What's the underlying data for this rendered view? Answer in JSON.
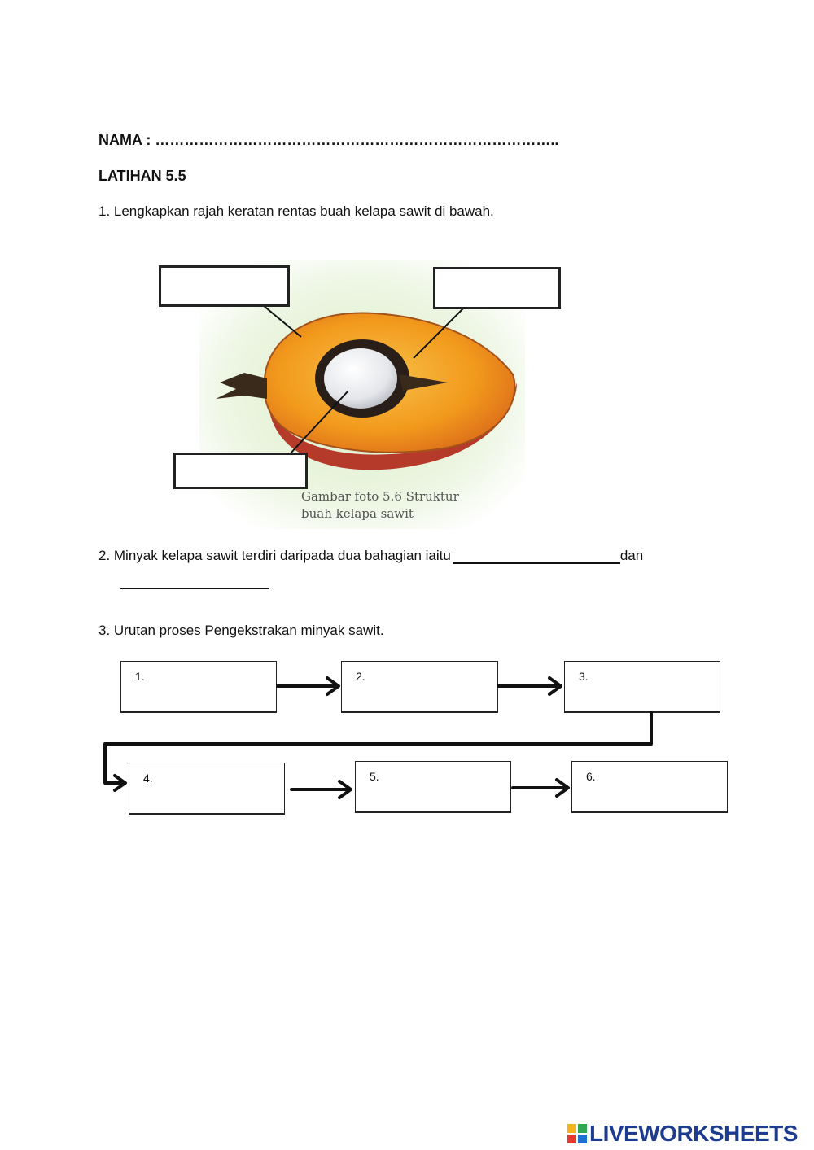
{
  "header": {
    "name_label": "NAMA : ………………………………………………………………………..",
    "title": "LATIHAN 5.5"
  },
  "question1": {
    "text": "1. Lengkapkan rajah keratan rentas buah kelapa sawit di bawah.",
    "figure_caption_line1": "Gambar foto 5.6  Struktur",
    "figure_caption_line2": "buah kelapa sawit"
  },
  "question2": {
    "text": "2.  Minyak kelapa sawit terdiri daripada dua bahagian iaitu",
    "connector": "dan"
  },
  "question3": {
    "text": "3. Urutan proses Pengekstrakan minyak sawit.",
    "steps": [
      "1.",
      "2.",
      "3.",
      "4.",
      "5.",
      "6."
    ]
  },
  "footer": {
    "brand": "LIVEWORKSHEETS"
  },
  "colors": {
    "fruit_orange": "#f29a1c",
    "fruit_red": "#b53a2a",
    "brand_blue": "#1e3c8f"
  }
}
